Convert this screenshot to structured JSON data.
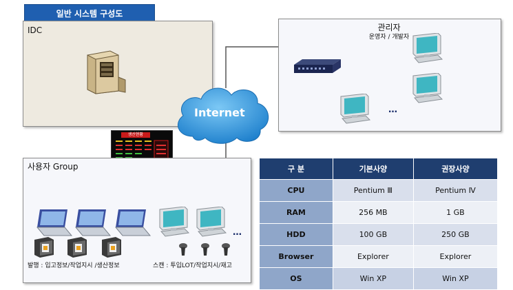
{
  "title_badge": "일반 시스템 구성도",
  "idc": {
    "label": "IDC"
  },
  "admin": {
    "title": "관리자",
    "subtitle": "운영자 / 개발자",
    "ellipsis": "…"
  },
  "internet": {
    "label": "Internet"
  },
  "user_group": {
    "label": "사용자 Group",
    "ellipsis": "…",
    "caption_left": "발행 : 입고정보/작업지시 /생산정보",
    "caption_right": "스캔 : 투입LOT/작업지시/재고"
  },
  "board": {
    "title": "생산현황"
  },
  "spec_table": {
    "headers": [
      "구  분",
      "기본사양",
      "권장사양"
    ],
    "rows": [
      {
        "item": "CPU",
        "basic": "Pentium Ⅲ",
        "recommended": "Pentium Ⅳ"
      },
      {
        "item": "RAM",
        "basic": "256 MB",
        "recommended": "1 GB"
      },
      {
        "item": "HDD",
        "basic": "100 GB",
        "recommended": "250 GB"
      },
      {
        "item": "Browser",
        "basic": "Explorer",
        "recommended": "Explorer"
      },
      {
        "item": "OS",
        "basic": "Win XP",
        "recommended": "Win XP"
      }
    ]
  },
  "colors": {
    "title_badge": "#1f5fb0",
    "table_header": "#1f3e6f",
    "row_header": "#8fa6c9",
    "cloud": "#2a8fd8"
  },
  "icons": [
    "server-icon",
    "network-switch-icon",
    "desktop-computer-icon",
    "laptop-icon",
    "label-printer-icon",
    "barcode-scanner-icon",
    "internet-cloud-icon",
    "production-board-icon"
  ]
}
